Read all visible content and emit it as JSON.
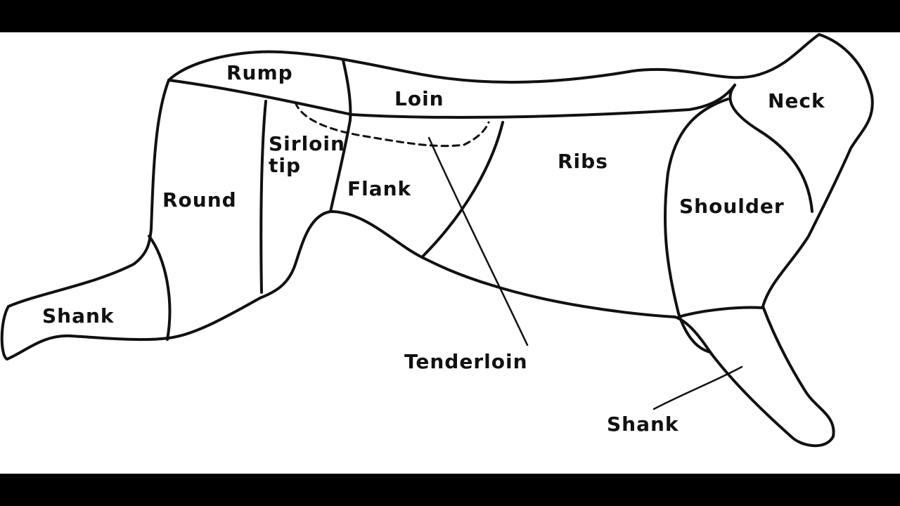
{
  "diagram": {
    "cuts": {
      "rump": "Rump",
      "loin": "Loin",
      "neck": "Neck",
      "sirloin_tip_line1": "Sirloin",
      "sirloin_tip_line2": "tip",
      "ribs": "Ribs",
      "flank": "Flank",
      "round": "Round",
      "shoulder": "Shoulder",
      "hind_shank": "Shank",
      "tenderloin": "Tenderloin",
      "fore_shank": "Shank"
    },
    "colors": {
      "background": "#ffffff",
      "line": "#111111",
      "letterbox": "#000000"
    }
  }
}
